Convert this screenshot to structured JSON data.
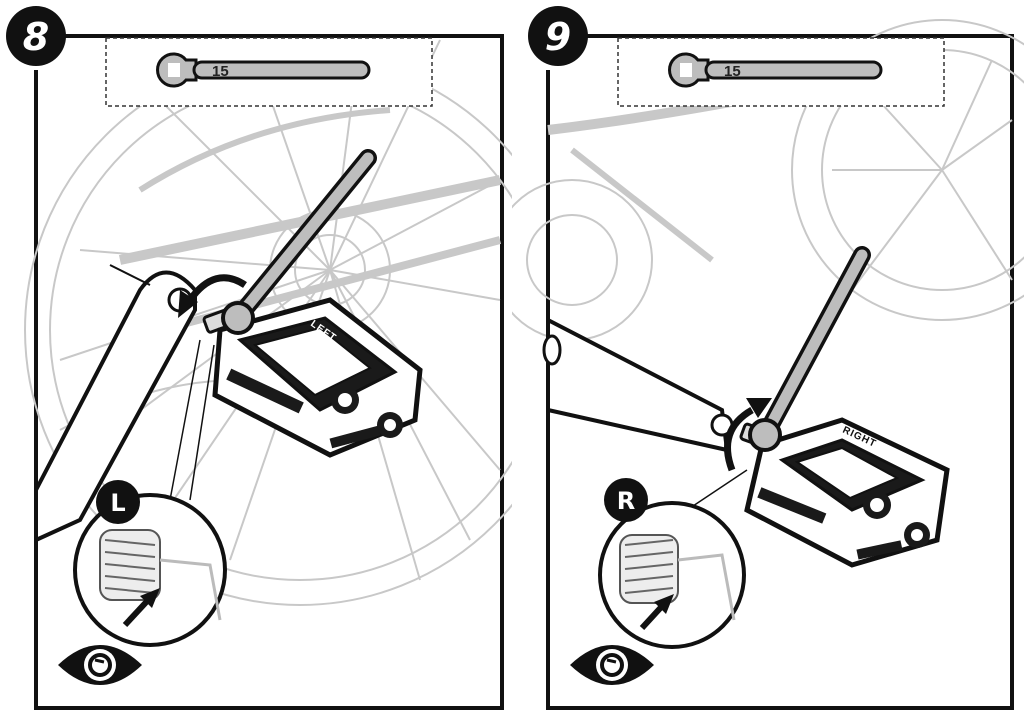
{
  "steps": [
    {
      "number": "8",
      "tool_size": "15",
      "side_badge": "L",
      "pedal_marking": "LEFT"
    },
    {
      "number": "9",
      "tool_size": "15",
      "side_badge": "R",
      "pedal_marking": "RIGHT"
    }
  ],
  "icons": [
    "wrench-icon",
    "eye-icon",
    "rotation-arrow-icon",
    "inspection-arrow-icon"
  ],
  "colors": {
    "ink": "#111111",
    "line_gray": "#c8c8c8",
    "tool_gray": "#bdbdbd",
    "badge": "#111111"
  }
}
